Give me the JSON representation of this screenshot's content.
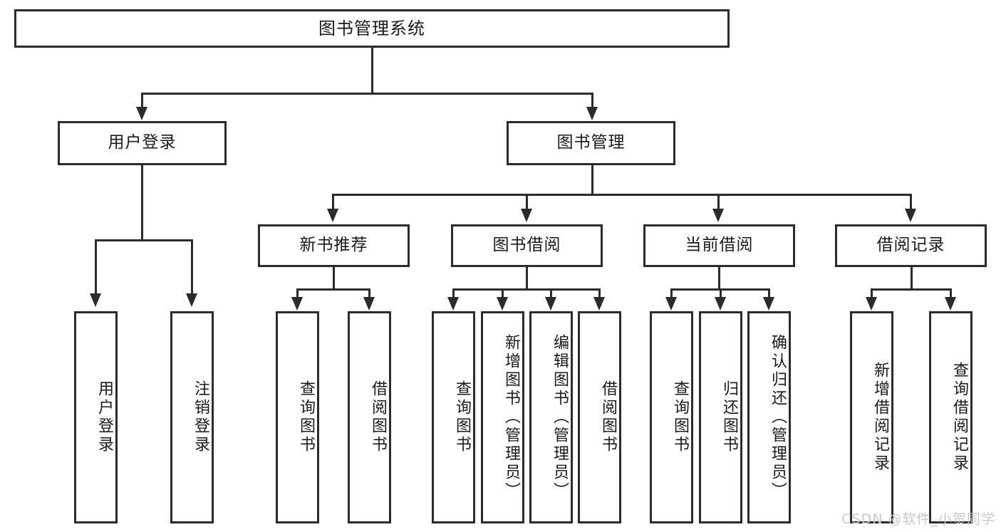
{
  "diagram": {
    "title": "图书管理系统",
    "watermark": "CSDN @软件_小贺同学",
    "colors": {
      "stroke": "#2b2b2b",
      "background": "#ffffff",
      "text": "#1a1a1a",
      "watermark": "#c9c9c9"
    },
    "root": {
      "label": "图书管理系统"
    },
    "level2": [
      {
        "label": "用户登录"
      },
      {
        "label": "图书管理"
      }
    ],
    "level3": [
      {
        "label": "新书推荐"
      },
      {
        "label": "图书借阅"
      },
      {
        "label": "当前借阅"
      },
      {
        "label": "借阅记录"
      }
    ],
    "leaves": {
      "user_login": [
        {
          "label": "用户登录"
        },
        {
          "label": "注销登录"
        }
      ],
      "new_book": [
        {
          "label": "查询图书"
        },
        {
          "label": "借阅图书"
        }
      ],
      "book_borrow": [
        {
          "label": "查询图书"
        },
        {
          "label": "新增图书（管理员）"
        },
        {
          "label": "编辑图书（管理员）"
        },
        {
          "label": "借阅图书"
        }
      ],
      "current_borrow": [
        {
          "label": "查询图书"
        },
        {
          "label": "归还图书"
        },
        {
          "label": "确认归还（管理员）"
        }
      ],
      "borrow_record": [
        {
          "label": "新增借阅记录"
        },
        {
          "label": "查询借阅记录"
        }
      ]
    }
  }
}
